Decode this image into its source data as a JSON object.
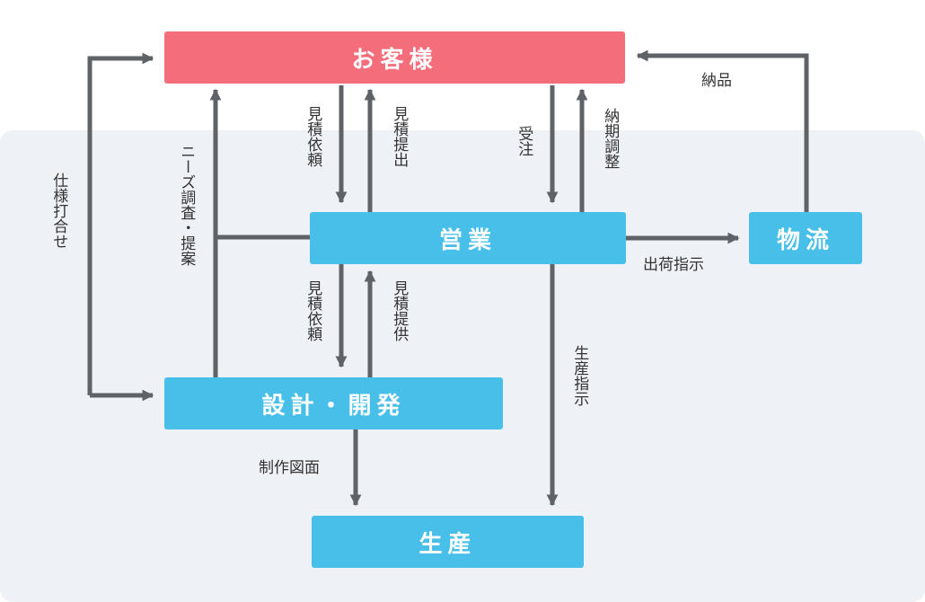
{
  "nodes": {
    "customer": "お客様",
    "sales": "営業",
    "logistics": "物流",
    "design": "設計・開発",
    "production": "生産"
  },
  "labels": {
    "spec_meeting": "仕様打合せ",
    "needs_research": "ニーズ調査・提案",
    "quote_request_top": "見積依頼",
    "quote_submit": "見積提出",
    "order": "受注",
    "delivery_adjust": "納期調整",
    "delivery": "納品",
    "shipping_instruction": "出荷指示",
    "quote_request_bottom": "見積依頼",
    "quote_provide": "見積提供",
    "production_instruction": "生産指示",
    "drawings": "制作図面"
  },
  "colors": {
    "customer": "#f36d7b",
    "department": "#47bfe8",
    "arrow": "#5f6368",
    "panel": "#eef1f5"
  }
}
